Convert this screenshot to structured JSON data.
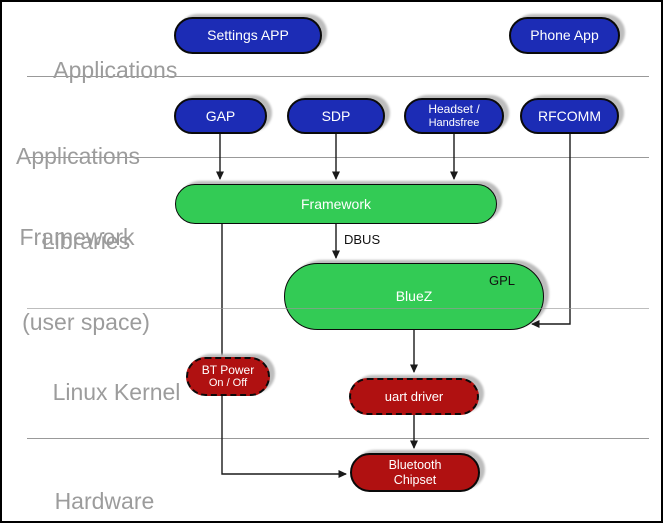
{
  "diagram": {
    "layers": [
      {
        "name": "applications",
        "line1": "Applications",
        "line2": ""
      },
      {
        "name": "applications-framework",
        "line1": "Applications",
        "line2": "Framework"
      },
      {
        "name": "libraries-user-space",
        "line1": "Libraries",
        "line2": "(user space)"
      },
      {
        "name": "linux-kernel",
        "line1": "Linux Kernel",
        "line2": ""
      },
      {
        "name": "hardware",
        "line1": "Hardware",
        "line2": ""
      }
    ],
    "nodes": {
      "settings_app": {
        "label": "Settings APP"
      },
      "phone_app": {
        "label": "Phone App"
      },
      "gap": {
        "label": "GAP"
      },
      "sdp": {
        "label": "SDP"
      },
      "headset": {
        "line1": "Headset /",
        "line2": "Handsfree"
      },
      "rfcomm": {
        "label": "RFCOMM"
      },
      "framework": {
        "label": "Framework"
      },
      "bluez": {
        "label": "BlueZ",
        "tag": "GPL"
      },
      "bt_power": {
        "line1": "BT Power",
        "line2": "On / Off"
      },
      "uart_driver": {
        "label": "uart driver"
      },
      "bt_chipset": {
        "line1": "Bluetooth",
        "line2": "Chipset"
      }
    },
    "edge_labels": {
      "dbus": "DBUS"
    },
    "edges": [
      {
        "from": "GAP",
        "to": "Framework"
      },
      {
        "from": "SDP",
        "to": "Framework"
      },
      {
        "from": "Headset / Handsfree",
        "to": "Framework"
      },
      {
        "from": "RFCOMM",
        "to": "BlueZ"
      },
      {
        "from": "Framework",
        "to": "BlueZ",
        "label": "DBUS"
      },
      {
        "from": "Framework",
        "to": "Bluetooth Chipset"
      },
      {
        "from": "BlueZ",
        "to": "uart driver"
      },
      {
        "from": "uart driver",
        "to": "Bluetooth Chipset"
      }
    ]
  },
  "colors": {
    "app_blue": "#1c2cb5",
    "lib_green": "#33cb55",
    "kernel_red": "#b01111",
    "label_gray": "#9c9c9c",
    "divider": "#999999",
    "shadow": "#bdbdbd",
    "line": "#1a1a1a"
  }
}
